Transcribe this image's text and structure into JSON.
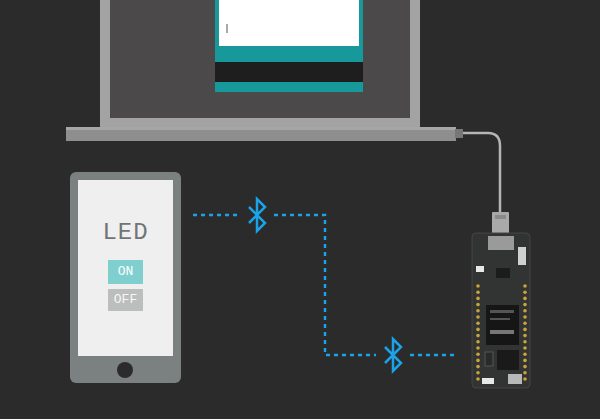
{
  "diagram": {
    "nodes": [
      {
        "text": [
          "LED"
        ]
      },
      {
        "text": [
          "ON"
        ],
        "in": 0
      },
      {
        "text": [
          "OFF"
        ],
        "in": 0
      }
    ]
  }
}
